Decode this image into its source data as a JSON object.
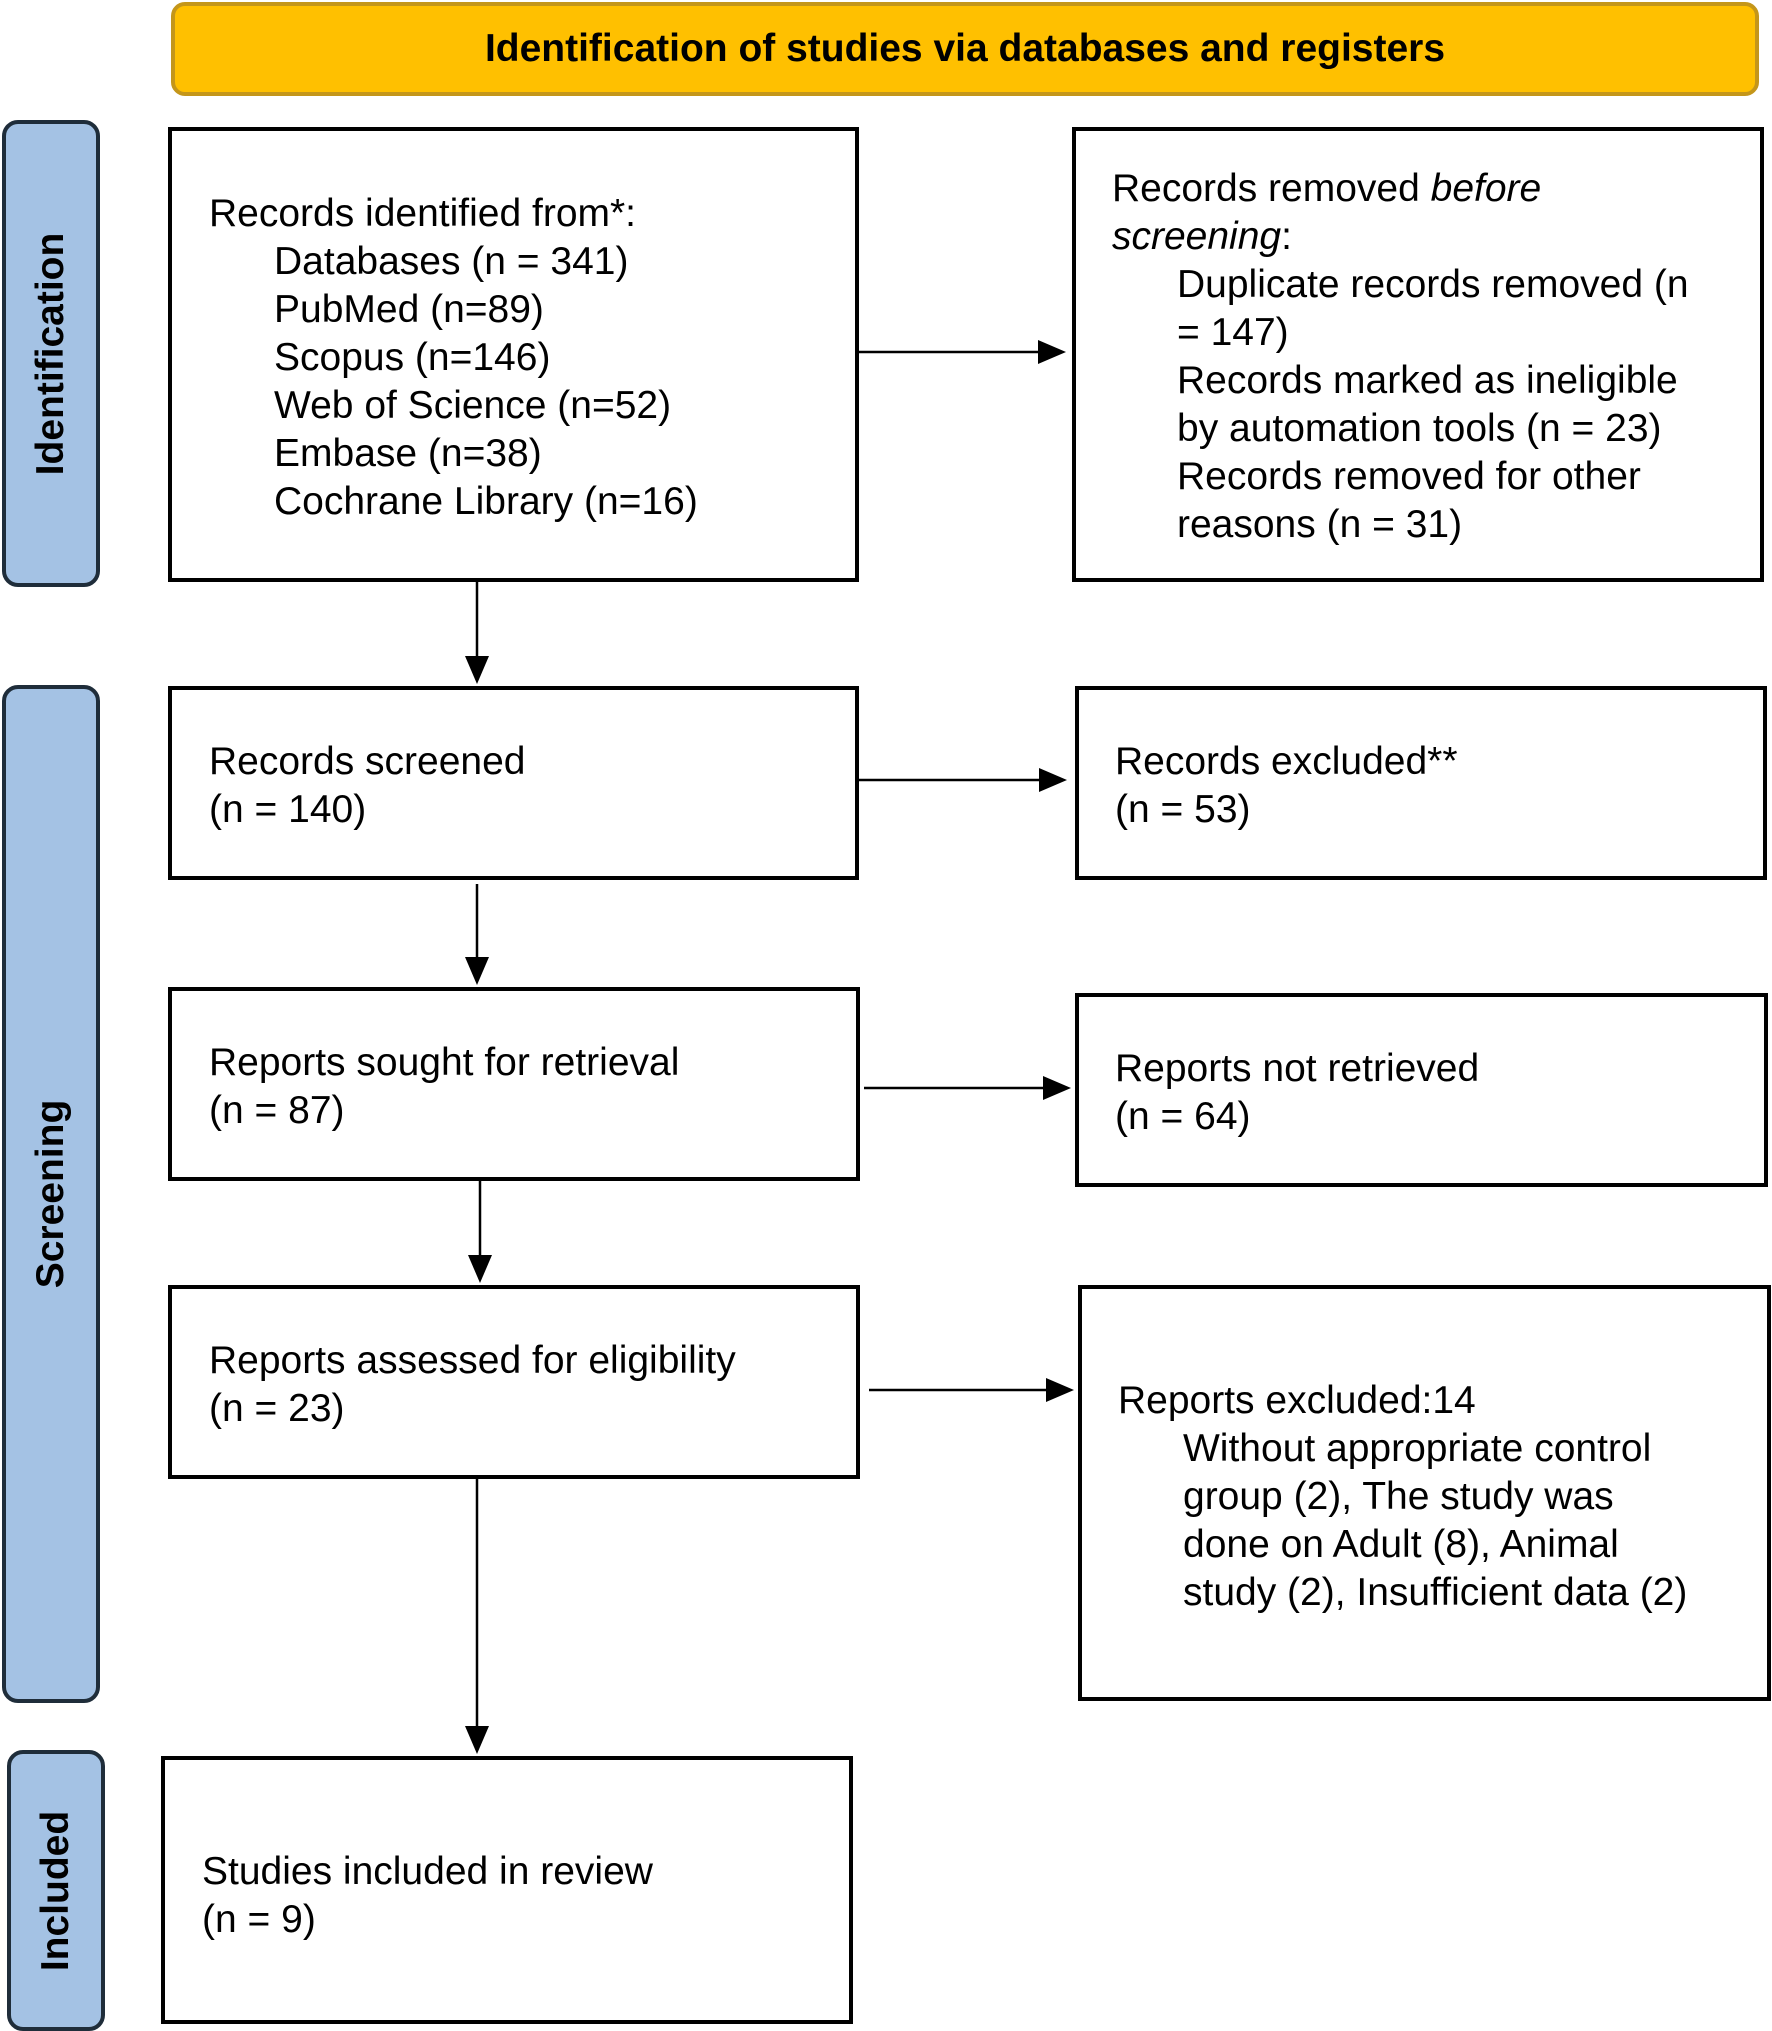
{
  "header": "Identification of studies via databases and registers",
  "phases": {
    "identification": "Identification",
    "screening": "Screening",
    "included": "Included"
  },
  "identified": {
    "title": "Records identified from*:",
    "items": [
      "Databases (n = 341)",
      "PubMed (n=89)",
      "Scopus (n=146)",
      "Web of Science (n=52)",
      "Embase (n=38)",
      "Cochrane Library (n=16)"
    ]
  },
  "removed_before": {
    "title_pre": "Records removed ",
    "title_italic_1": "before",
    "title_italic_2": "screening",
    "title_post": ":",
    "lines": [
      "Duplicate records removed (n",
      "= 147)",
      "Records marked as ineligible",
      "by automation tools (n = 23)",
      "Records removed for other",
      "reasons (n = 31)"
    ]
  },
  "screened": {
    "title": "Records screened",
    "n": "(n = 140)"
  },
  "excluded": {
    "title": "Records excluded**",
    "n": "(n = 53)"
  },
  "sought": {
    "title": "Reports sought for retrieval",
    "n": "(n = 87)"
  },
  "not_retrieved": {
    "title": "Reports not retrieved",
    "n": "(n = 64)"
  },
  "assessed": {
    "title": "Reports assessed for eligibility",
    "n": "(n = 23)"
  },
  "reports_excluded": {
    "title": "Reports excluded:14",
    "lines": [
      "Without appropriate control",
      "group (2), The study was",
      "done on Adult (8), Animal",
      "study (2), Insufficient data (2)"
    ]
  },
  "included_studies": {
    "title": "Studies included in review",
    "n": "(n = 9)"
  }
}
